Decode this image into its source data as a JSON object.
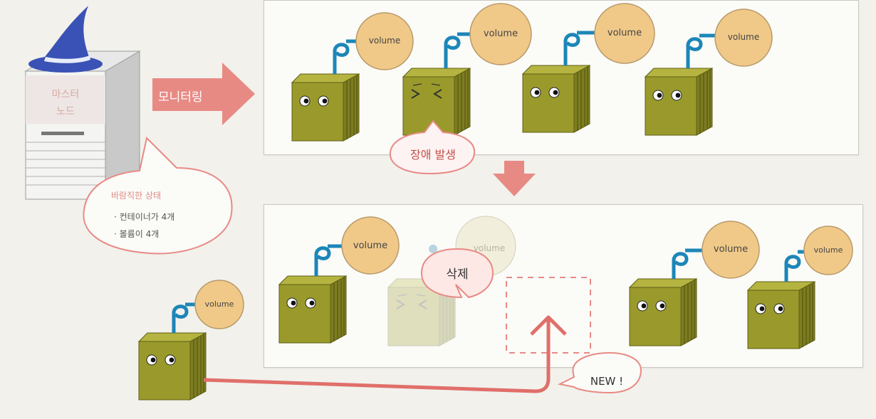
{
  "master": {
    "label_line1": "마스터",
    "label_line2": "노드"
  },
  "arrow_label": "모니터링",
  "desired_state": {
    "title": "바람직한 상태",
    "items": [
      "· 컨테이너가 4개",
      "· 볼륨이 4개"
    ]
  },
  "volume_label": "volume",
  "failure_label": "장애 발생",
  "delete_label": "삭제",
  "new_label": "NEW !",
  "colors": {
    "container": "#9a9a2c",
    "container_side": "#7d7d20",
    "volume": "#f0c989",
    "pipe": "#1c86b8",
    "red": "#e57c78"
  }
}
